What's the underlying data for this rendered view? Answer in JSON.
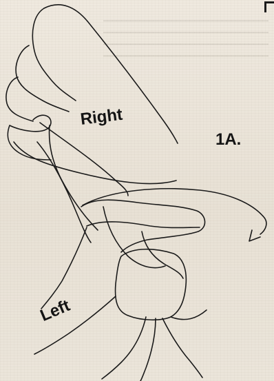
{
  "figure": {
    "label": "1A.",
    "hands": {
      "right": "Right",
      "left": "Left"
    }
  },
  "colors": {
    "paper": "#ece6db",
    "ink": "#141414"
  }
}
